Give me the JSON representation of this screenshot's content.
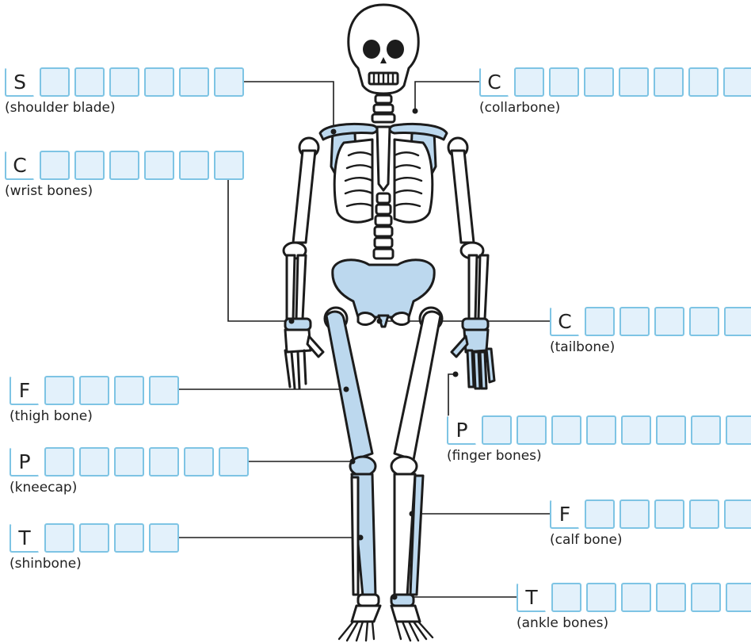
{
  "labels": [
    {
      "id": "shoulder-blade",
      "letter": "S",
      "hint": "(shoulder blade)"
    },
    {
      "id": "collarbone",
      "letter": "C",
      "hint": "(collarbone)"
    },
    {
      "id": "wrist-bones",
      "letter": "C",
      "hint": "(wrist bones)"
    },
    {
      "id": "tailbone",
      "letter": "C",
      "hint": "(tailbone)"
    },
    {
      "id": "thigh-bone",
      "letter": "F",
      "hint": "(thigh bone)"
    },
    {
      "id": "finger-bones",
      "letter": "P",
      "hint": "(finger bones)"
    },
    {
      "id": "kneecap",
      "letter": "P",
      "hint": "(kneecap)"
    },
    {
      "id": "calf-bone",
      "letter": "F",
      "hint": "(calf bone)"
    },
    {
      "id": "shinbone",
      "letter": "T",
      "hint": "(shinbone)"
    },
    {
      "id": "ankle-bones",
      "letter": "T",
      "hint": "(ankle bones)"
    }
  ],
  "colors": {
    "highlight": "#bcd8ee",
    "box_fill": "#e3f1fb",
    "box_border": "#7ec4e4",
    "outline": "#1c1c1c"
  }
}
